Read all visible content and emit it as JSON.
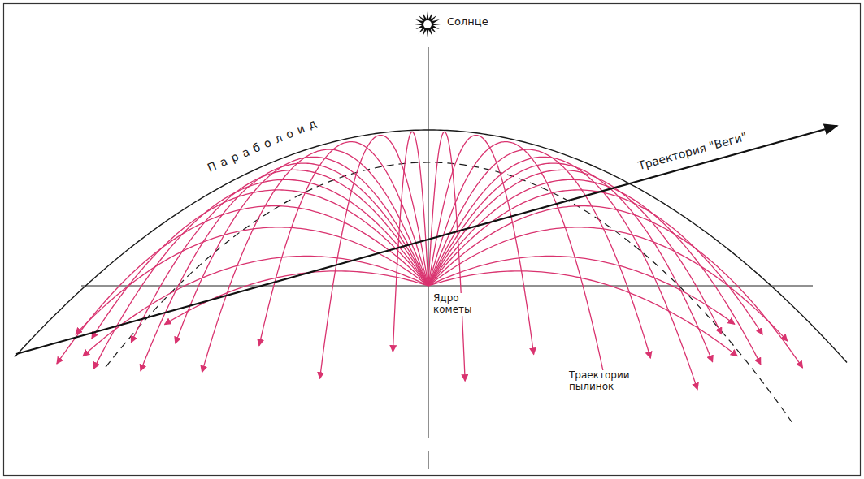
{
  "diagram": {
    "labels": [
      "Солнце",
      "Параболоид",
      "Траектория \"Веги\"",
      "Ядро кометы",
      "Траектории пылинок"
    ]
  }
}
